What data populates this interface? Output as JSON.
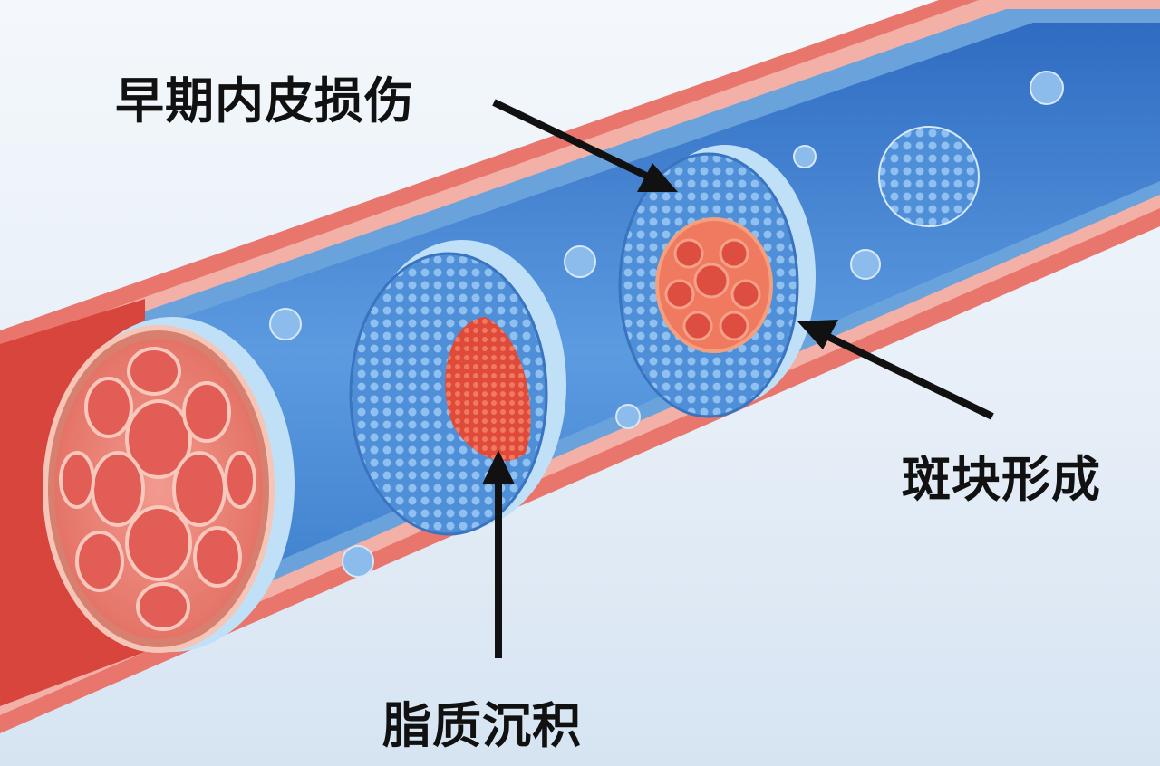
{
  "labels": {
    "early_damage": "早期内皮损伤",
    "plaque_formation": "斑块形成",
    "lipid_deposition": "脂质沉积"
  },
  "colors": {
    "vessel_wall": "#e46a60",
    "lumen": "#3d7fd0",
    "plaque": "#e2584a",
    "arrow": "#111111"
  }
}
